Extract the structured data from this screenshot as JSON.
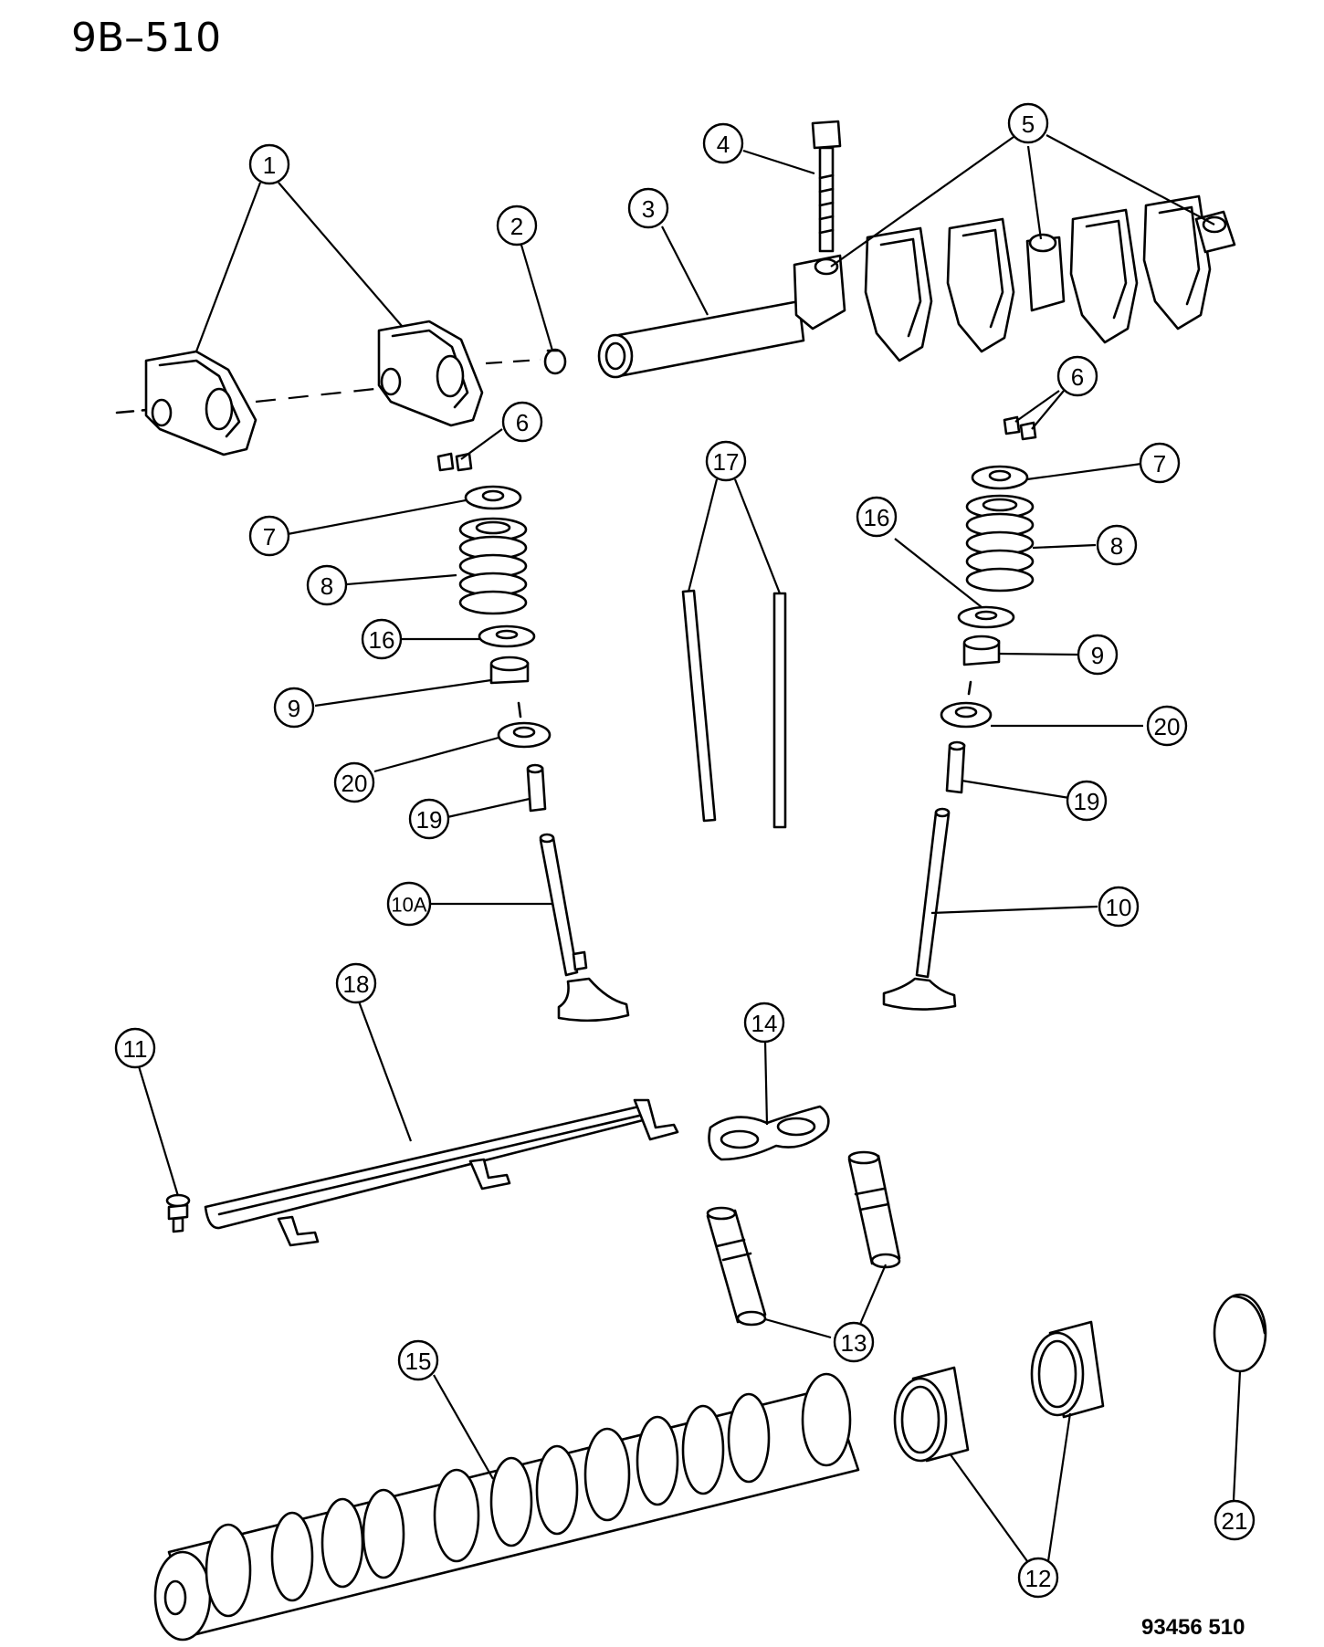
{
  "header": {
    "page_id": "9B–510"
  },
  "footer": {
    "figure_code": "93456 510"
  },
  "callouts": [
    {
      "id": "c1",
      "label": "1"
    },
    {
      "id": "c2",
      "label": "2"
    },
    {
      "id": "c3",
      "label": "3"
    },
    {
      "id": "c4",
      "label": "4"
    },
    {
      "id": "c5",
      "label": "5"
    },
    {
      "id": "c6a",
      "label": "6"
    },
    {
      "id": "c6b",
      "label": "6"
    },
    {
      "id": "c7a",
      "label": "7"
    },
    {
      "id": "c7b",
      "label": "7"
    },
    {
      "id": "c8a",
      "label": "8"
    },
    {
      "id": "c8b",
      "label": "8"
    },
    {
      "id": "c9a",
      "label": "9"
    },
    {
      "id": "c9b",
      "label": "9"
    },
    {
      "id": "c10",
      "label": "10"
    },
    {
      "id": "c10a",
      "label": "10A"
    },
    {
      "id": "c11",
      "label": "11"
    },
    {
      "id": "c12",
      "label": "12"
    },
    {
      "id": "c13",
      "label": "13"
    },
    {
      "id": "c14",
      "label": "14"
    },
    {
      "id": "c15",
      "label": "15"
    },
    {
      "id": "c16a",
      "label": "16"
    },
    {
      "id": "c16b",
      "label": "16"
    },
    {
      "id": "c17",
      "label": "17"
    },
    {
      "id": "c18",
      "label": "18"
    },
    {
      "id": "c19a",
      "label": "19"
    },
    {
      "id": "c19b",
      "label": "19"
    },
    {
      "id": "c20a",
      "label": "20"
    },
    {
      "id": "c20b",
      "label": "20"
    },
    {
      "id": "c21",
      "label": "21"
    }
  ]
}
